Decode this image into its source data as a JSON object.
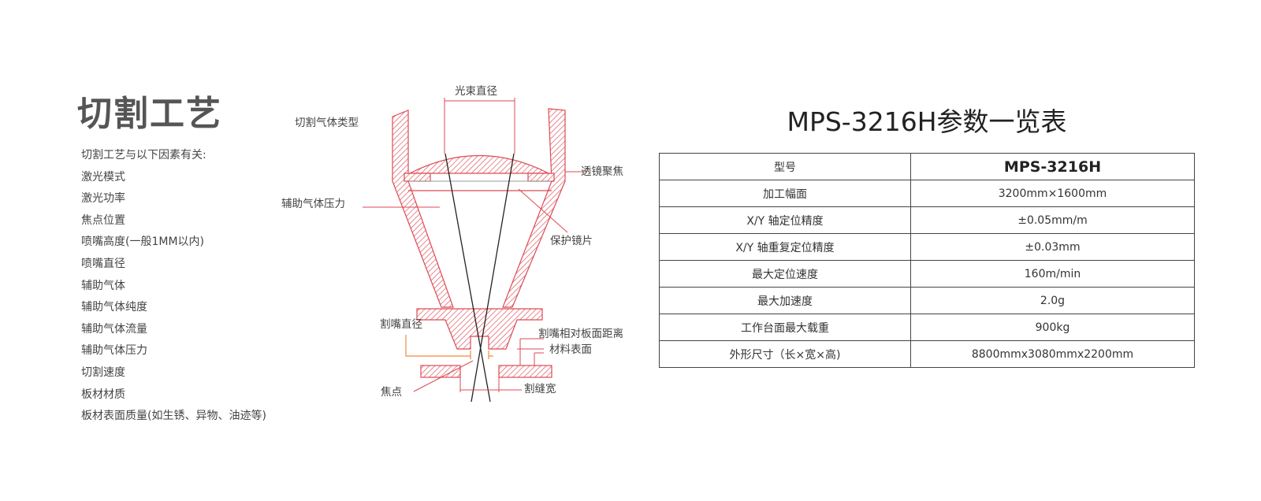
{
  "section_title": "切割工艺",
  "factors_intro": "切割工艺与以下因素有关:",
  "factors": [
    "激光模式",
    "激光功率",
    "焦点位置",
    "喷嘴高度(一般1MM以内)",
    "喷嘴直径",
    "辅助气体",
    "辅助气体纯度",
    "辅助气体流量",
    "辅助气体压力",
    "切割速度",
    "板材材质",
    "板材表面质量(如生锈、异物、油迹等)"
  ],
  "diagram": {
    "labels": {
      "beam_diameter": "光束直径",
      "cutting_gas_type": "切割气体类型",
      "lens_focus": "透镜聚焦",
      "assist_gas_pressure": "辅助气体压力",
      "protective_lens": "保护镜片",
      "nozzle_diameter": "割嘴直径",
      "nozzle_distance": "割嘴相对板面距离",
      "material_surface": "材料表面",
      "focal_point": "焦点",
      "kerf_width": "割缝宽"
    },
    "colors": {
      "hatch": "#dd4a55",
      "dimension": "#f08a3c",
      "beam": "#222222"
    }
  },
  "spec_table": {
    "title": "MPS-3216H参数一览表",
    "rows": [
      {
        "key": "型号",
        "value": "MPS-3216H"
      },
      {
        "key": "加工幅面",
        "value": "3200mm×1600mm"
      },
      {
        "key": "X/Y 轴定位精度",
        "value": "±0.05mm/m"
      },
      {
        "key": "X/Y 轴重复定位精度",
        "value": "±0.03mm"
      },
      {
        "key": "最大定位速度",
        "value": "160m/min"
      },
      {
        "key": "最大加速度",
        "value": "2.0g"
      },
      {
        "key": "工作台面最大载重",
        "value": "900kg"
      },
      {
        "key": "外形尺寸（长×宽×高)",
        "value": "8800mmx3080mmx2200mm"
      }
    ]
  }
}
